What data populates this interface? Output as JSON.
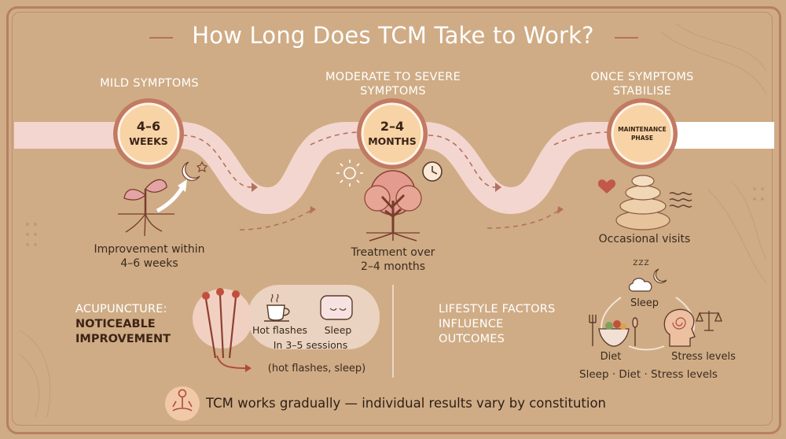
{
  "title": "How Long Does TCM Take to Work?",
  "stages": [
    {
      "header": [
        "MILD SYMPTOMS"
      ],
      "circle": [
        "4–6",
        "WEEKS"
      ],
      "caption": [
        "Improvement within",
        "4–6 weeks"
      ]
    },
    {
      "header": [
        "MODERATE TO SEVERE",
        "SYMPTOMS"
      ],
      "circle": [
        "2–4",
        "MONTHS"
      ],
      "caption": [
        "Treatment over",
        "2–4 months"
      ]
    },
    {
      "header": [
        "ONCE SYMPTOMS",
        "STABILISE"
      ],
      "circle": [
        "MAINTENANCE",
        "PHASE"
      ],
      "caption": [
        "Occasional visits"
      ]
    }
  ],
  "acupuncture": {
    "heading_line1": "ACUPUNCTURE:",
    "heading_line2": "NOTICEABLE",
    "heading_line3": "IMPROVEMENT",
    "item1": "Hot flashes",
    "item2": "Sleep",
    "sessions": "In 3–5 sessions",
    "note": "(hot flashes, sleep)"
  },
  "lifestyle": {
    "heading_line1": "LIFESTYLE FACTORS",
    "heading_line2": "INFLUENCE",
    "heading_line3": "OUTCOMES",
    "sleep": "Sleep",
    "zzz": "Z Z Z",
    "diet": "Diet",
    "stress": "Stress levels",
    "summary": "Sleep · Diet · Stress levels"
  },
  "footer": "TCM works gradually — individual results vary by constitution",
  "colors": {
    "background": "#cfac85",
    "accent": "#b4725d",
    "path": "#f3d5cf",
    "circle": "#f7d3a6"
  }
}
